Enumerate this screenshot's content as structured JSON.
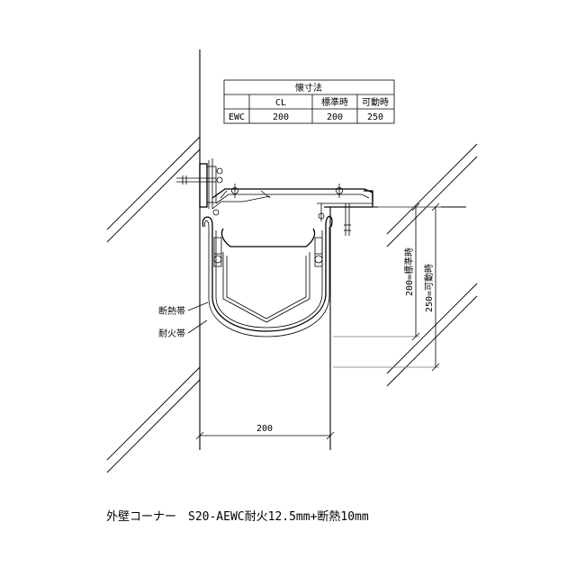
{
  "table": {
    "title": "懐寸法",
    "headers": [
      "",
      "CL",
      "標準時",
      "可動時"
    ],
    "rows": [
      [
        "EWC",
        "200",
        "200",
        "250"
      ]
    ]
  },
  "labels": {
    "insulation": "断熱帯",
    "fireproof": "耐火帯"
  },
  "dimensions": {
    "horizontal": "200",
    "standard": "200=標準時",
    "movable": "250=可動時"
  },
  "caption": "外壁コーナー　S20-AEWC耐火12.5mm+断熱10mm"
}
